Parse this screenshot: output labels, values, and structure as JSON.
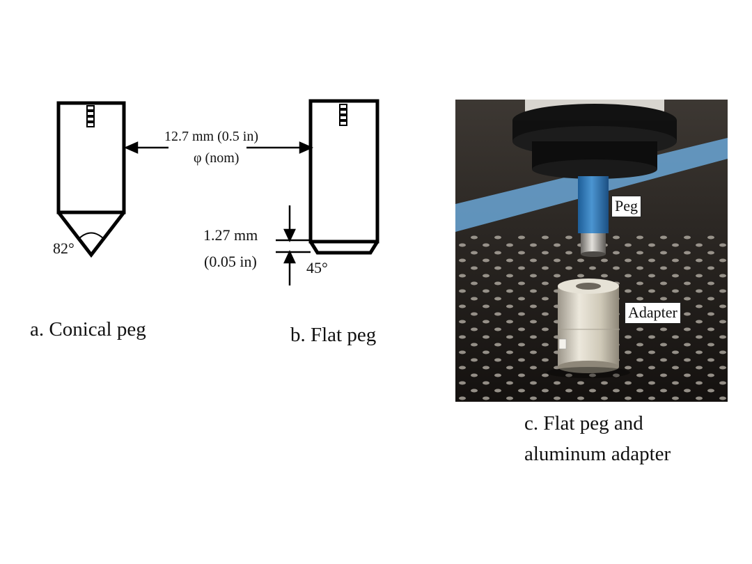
{
  "figure": {
    "dimension_diameter_line1": "12.7 mm (0.5 in)",
    "dimension_diameter_line2": "φ (nom)",
    "dimension_chamfer_line1": "1.27 mm",
    "dimension_chamfer_line2": "(0.05 in)",
    "angle_conical": "82°",
    "angle_flat": "45°",
    "caption_a": "a. Conical peg",
    "caption_b": "b. Flat peg",
    "caption_c_line1": "c. Flat peg and",
    "caption_c_line2": "aluminum adapter",
    "photo_label_peg": "Peg",
    "photo_label_adapter": "Adapter"
  },
  "colors": {
    "line": "#000000",
    "peg_blue": "#2f79b8",
    "aluminum": "#d7d2c3",
    "table": "#2a2622",
    "background_blue": "#6aa6d6"
  }
}
